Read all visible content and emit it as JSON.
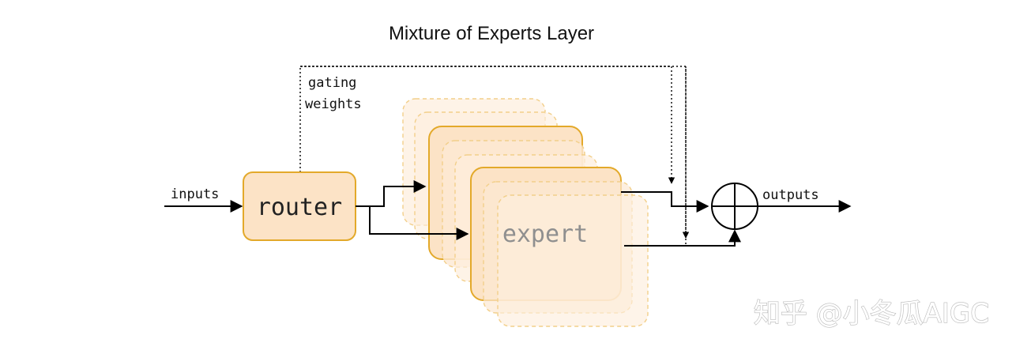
{
  "title": "Mixture of Experts Layer",
  "labels": {
    "inputs": "inputs",
    "router": "router",
    "gating_line1": "gating",
    "gating_line2": "weights",
    "expert": "expert",
    "outputs": "outputs"
  },
  "watermark": "知乎 @小冬瓜AIGC",
  "colors": {
    "box_fill": "#fce3c6",
    "box_stroke": "#e3a92a",
    "expert_faint_fill": "#fdeedd",
    "expert_faint_stroke": "#f2cf8a",
    "line": "#000000"
  },
  "icons": {
    "sum_node": "circle-plus-icon"
  }
}
